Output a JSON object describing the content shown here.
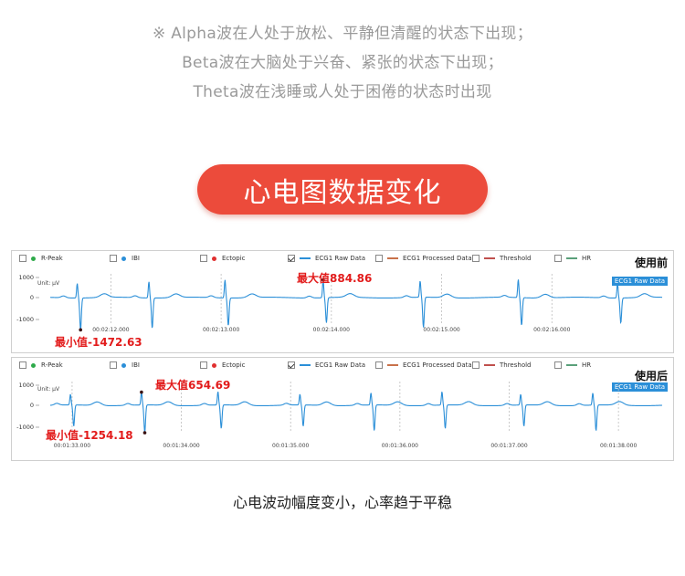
{
  "notes": [
    "※ Alpha波在人处于放松、平静但清醒的状态下出现；",
    "Beta波在大脑处于兴奋、紧张的状态下出现；",
    "Theta波在浅睡或人处于困倦的状态时出现"
  ],
  "section_title": "心电图数据变化",
  "legend": [
    {
      "label": "R-Peak",
      "checked": false,
      "marker": "dot",
      "color": "#2eaa4a"
    },
    {
      "label": "IBI",
      "checked": false,
      "marker": "dot",
      "color": "#2b8fd8"
    },
    {
      "label": "Ectopic",
      "checked": false,
      "marker": "dot",
      "color": "#e03030"
    },
    {
      "label": "ECG1 Raw Data",
      "checked": true,
      "marker": "line",
      "color": "#2b8fd8"
    },
    {
      "label": "ECG1 Processed Data",
      "checked": false,
      "marker": "line",
      "color": "#c8714a"
    },
    {
      "label": "Threshold",
      "checked": false,
      "marker": "line",
      "color": "#c0504d"
    },
    {
      "label": "HR",
      "checked": false,
      "marker": "line",
      "color": "#5aa07a"
    }
  ],
  "footer": "心电波动幅度变小，心率趋于平稳",
  "chart_data": [
    {
      "type": "line",
      "tag": "使用前",
      "series_badge": "ECG1 Raw Data",
      "unit": "Unit: μV",
      "yticks": [
        "1000",
        "0",
        "-1000"
      ],
      "ylim": [
        -1300,
        1300
      ],
      "xlim": [
        11.45,
        17.0
      ],
      "xticks": [
        "00:02:12.000",
        "00:02:13.000",
        "00:02:14.000",
        "00:02:15.000",
        "00:02:16.000"
      ],
      "xtick_values": [
        12,
        13,
        14,
        15,
        16
      ],
      "r_peaks": [
        11.72,
        12.37,
        13.06,
        13.95,
        14.83,
        15.72,
        16.62
      ],
      "max": {
        "label": "最大值884.86",
        "x": 13.95,
        "y": 884.86
      },
      "min": {
        "label": "最小值-1472.63",
        "x": 11.72,
        "y": -1472.63
      }
    },
    {
      "type": "line",
      "tag": "使用后",
      "series_badge": "ECG1 Raw Data",
      "unit": "Unit: μV",
      "yticks": [
        "1000",
        "0",
        "-1000"
      ],
      "ylim": [
        -1300,
        1300
      ],
      "xlim": [
        32.8,
        38.4
      ],
      "xticks": [
        "00:01:33.000",
        "00:01:34.000",
        "00:01:35.000",
        "00:01:36.000",
        "00:01:37.000",
        "00:01:38.000"
      ],
      "xtick_values": [
        33,
        34,
        35,
        36,
        37,
        38
      ],
      "r_peaks": [
        33.01,
        33.66,
        34.36,
        35.11,
        35.76,
        36.41,
        37.13,
        37.79
      ],
      "max": {
        "label": "最大值654.69",
        "x": 33.66,
        "y": 654.69
      },
      "min": {
        "label": "最小值-1254.18",
        "x": 33.66,
        "y": -1254.18
      }
    }
  ]
}
